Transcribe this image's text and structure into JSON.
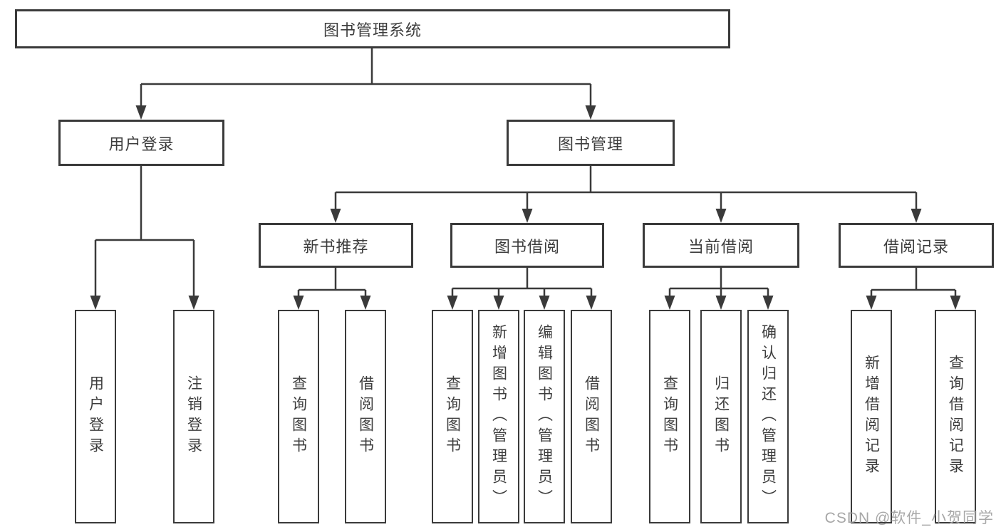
{
  "tree": {
    "root": "图书管理系统",
    "level2": [
      {
        "label": "用户登录",
        "children": [
          "用户登录",
          "注销登录"
        ]
      },
      {
        "label": "图书管理",
        "sections": [
          {
            "label": "新书推荐",
            "children": [
              "查询图书",
              "借阅图书"
            ]
          },
          {
            "label": "图书借阅",
            "children": [
              "查询图书",
              "新增图书（管理员）",
              "编辑图书（管理员）",
              "借阅图书"
            ]
          },
          {
            "label": "当前借阅",
            "children": [
              "查询图书",
              "归还图书",
              "确认归还（管理员）"
            ]
          },
          {
            "label": "借阅记录",
            "children": [
              "新增借阅记录",
              "查询借阅记录"
            ]
          }
        ]
      }
    ]
  },
  "watermark": "CSDN @软件_小贺同学",
  "colors": {
    "line": "#3a3a3a",
    "text": "#3d3d3d",
    "watermark": "#9e9e9e",
    "background": "#ffffff"
  }
}
